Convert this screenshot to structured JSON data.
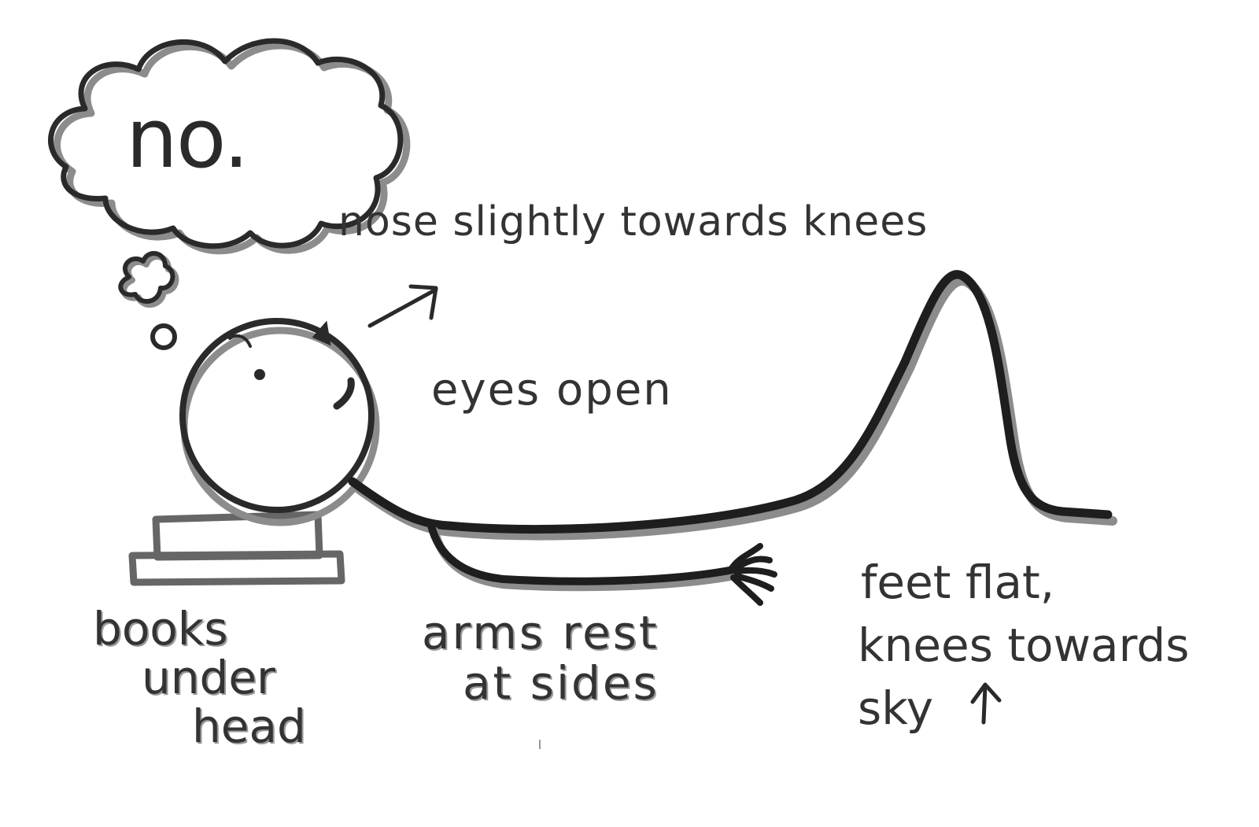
{
  "thought": {
    "text": "no."
  },
  "labels": {
    "nose": "nose slightly towards knees",
    "eyes": "eyes open",
    "books": [
      "books",
      "under",
      "head"
    ],
    "arms": [
      "arms rest",
      "at sides"
    ],
    "feet": [
      "feet flat,",
      "knees towards",
      "sky"
    ]
  },
  "colors": {
    "ink": "#2a2a2a",
    "shadow": "#8c8c8c",
    "books": "#666666",
    "background": "#ffffff"
  },
  "icons": {
    "nose_arrow": "arrow-up-right-icon",
    "sky_arrow": "arrow-up-icon"
  }
}
